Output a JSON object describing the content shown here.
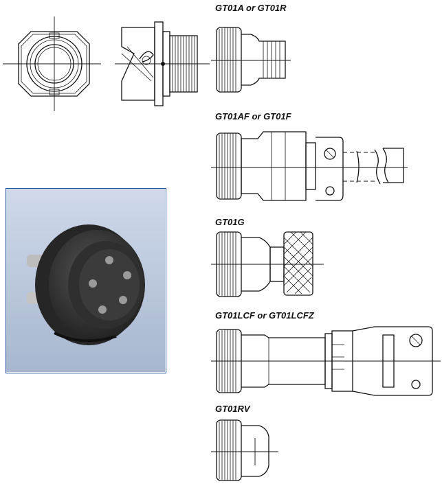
{
  "variants": [
    {
      "key": "a",
      "label": "GT01A or GT01R"
    },
    {
      "key": "af",
      "label": "GT01AF or GT01F"
    },
    {
      "key": "g",
      "label": "GT01G"
    },
    {
      "key": "lcf",
      "label": "GT01LCF or GT01LCFZ"
    },
    {
      "key": "rv",
      "label": "GT01RV"
    }
  ],
  "colors": {
    "photo_border": "#2a55a0",
    "photo_bg_top": "#cfd9ea",
    "photo_bg_bottom": "#a7b6cf",
    "connector_body": "#2b2b2b"
  }
}
